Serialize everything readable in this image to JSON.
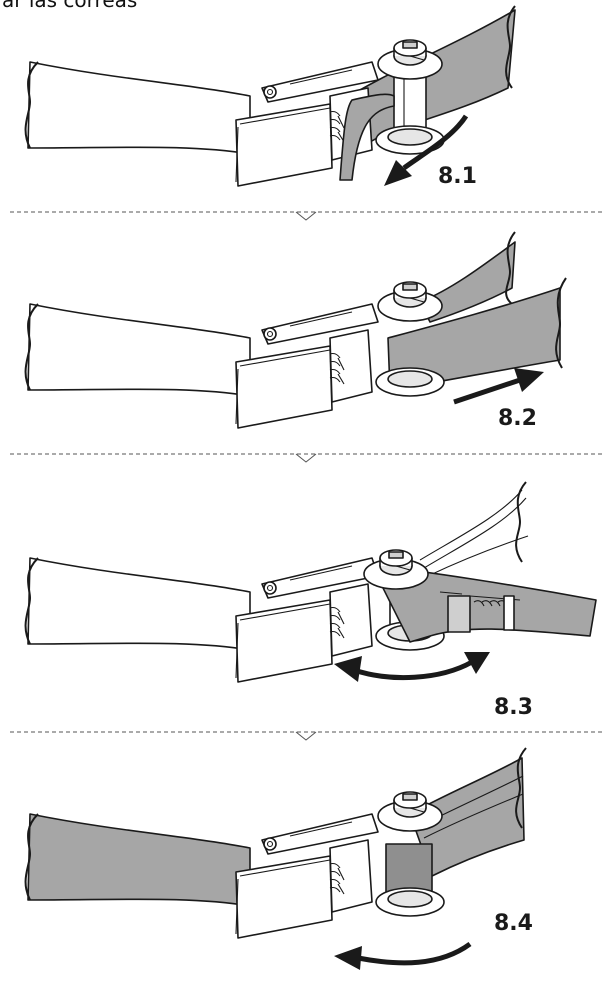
{
  "header": {
    "text": "ar las correas"
  },
  "steps": [
    {
      "label": "8.1"
    },
    {
      "label": "8.2"
    },
    {
      "label": "8.3"
    },
    {
      "label": "8.4"
    }
  ],
  "colors": {
    "strap": "#a6a6a6",
    "outline": "#1a1a1a",
    "background": "#ffffff"
  }
}
